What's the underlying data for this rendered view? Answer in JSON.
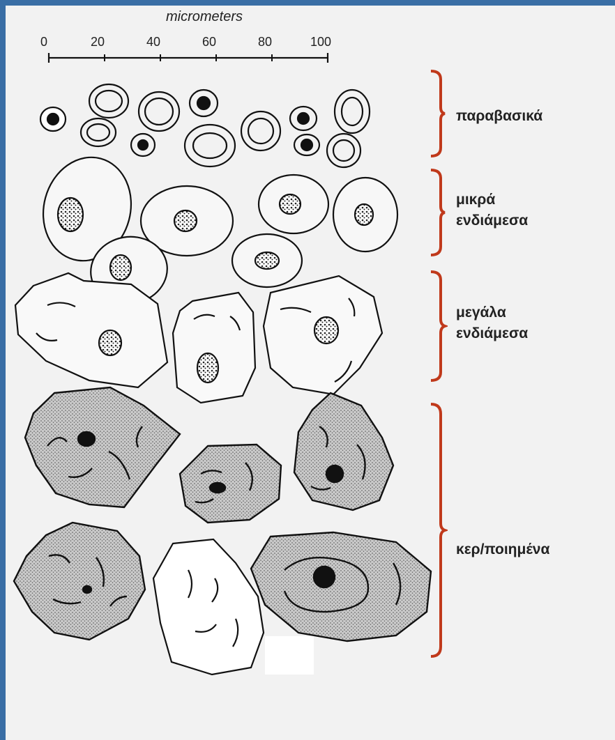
{
  "scale": {
    "title": "micrometers",
    "ticks": [
      "0",
      "20",
      "40",
      "60",
      "80",
      "100"
    ]
  },
  "groups": [
    {
      "label": "παραβασικά"
    },
    {
      "label": "μικρά\nενδιάμεσα"
    },
    {
      "label": "μεγάλα\nενδιάμεσα"
    },
    {
      "label": "κερ/ποιημένα"
    }
  ],
  "colors": {
    "frame": "#3a6ea5",
    "background": "#f2f2f2",
    "brace": "#c0391b",
    "ink": "#111111",
    "stipple": "#9a9a9a"
  }
}
